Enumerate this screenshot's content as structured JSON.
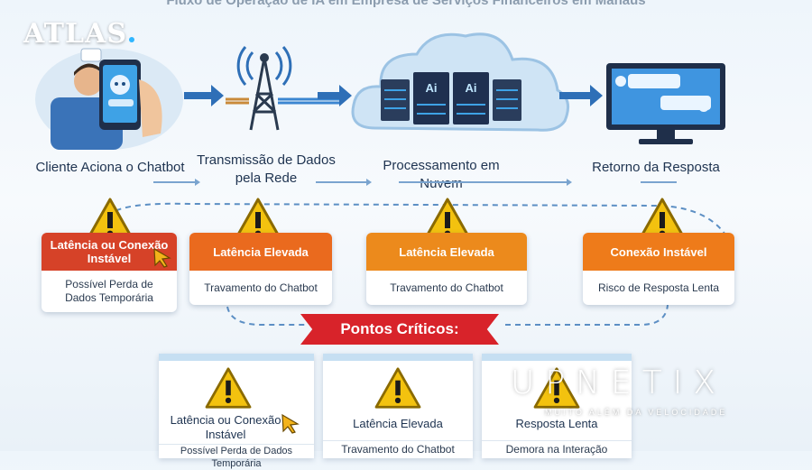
{
  "title": "Fluxo de Operação de IA em Empresa de Serviços Financeiros em Manaus",
  "brand_logo": "ATLAS",
  "watermark": {
    "name": "UPNETIX",
    "tagline": "MUITO ALÉM DA VELOCIDADE"
  },
  "stages": [
    {
      "label": "Cliente Aciona o Chatbot",
      "icon": "phone-chatbot-icon"
    },
    {
      "label": "Transmissão de Dados pela Rede",
      "icon": "antenna-tower-icon"
    },
    {
      "label": "Processamento em Nuvem",
      "icon": "cloud-server-icon"
    },
    {
      "label": "Retorno da Resposta",
      "icon": "monitor-chat-icon"
    }
  ],
  "risk_cards": [
    {
      "title": "Latência ou Conexão Instável",
      "body": "Possível Perda de Dados Temporária",
      "color": "#d64228"
    },
    {
      "title": "Latência Elevada",
      "body": "Travamento do Chatbot",
      "color": "#ea6a1e"
    },
    {
      "title": "Latência Elevada",
      "body": "Travamento do Chatbot",
      "color": "#ec8a1c"
    },
    {
      "title": "Conexão Instável",
      "body": "Risco de Resposta Lenta",
      "color": "#ee7b1a"
    }
  ],
  "critical_banner": "Pontos Críticos:",
  "bottom_cards": [
    {
      "title": "Latência ou Conexão Instável",
      "body": "Possível Perda de Dados Temporária"
    },
    {
      "title": "Latência Elevada",
      "body": "Travamento do Chatbot"
    },
    {
      "title": "Resposta Lenta",
      "body": "Demora na Interação"
    }
  ],
  "colors": {
    "warning_yellow": "#f3c20f",
    "arrow_blue": "#2e6fb7",
    "banner_red": "#d8232a"
  }
}
